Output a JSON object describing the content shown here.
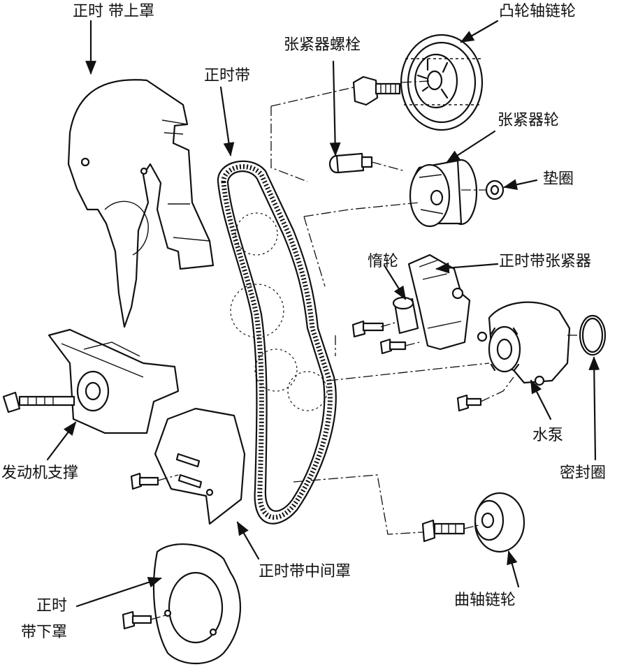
{
  "labels": {
    "upper_cover": "正时 带上罩",
    "timing_belt": "正时带",
    "tensioner_bolt": "张紧器螺栓",
    "camshaft_sprocket": "凸轮轴链轮",
    "tensioner_wheel": "张紧器轮",
    "washer": "垫圈",
    "idler": "惰轮",
    "belt_tensioner": "正时带张紧器",
    "water_pump": "水泵",
    "seal_ring": "密封圈",
    "engine_mount": "发动机支撑",
    "middle_cover": "正时带中间罩",
    "crank_sprocket": "曲轴链轮",
    "lower_cover_line1": "正时",
    "lower_cover_line2": "带下罩"
  }
}
